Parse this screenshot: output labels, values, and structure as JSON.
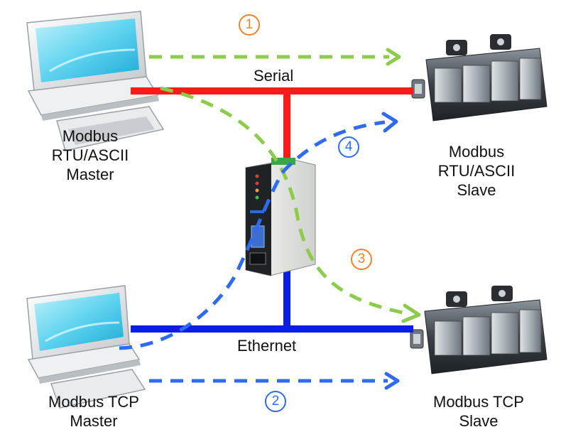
{
  "nodes": {
    "rtu_master": [
      "Modbus",
      "RTU/ASCII",
      "Master"
    ],
    "rtu_slave": [
      "Modbus",
      "RTU/ASCII",
      "Slave"
    ],
    "tcp_master": [
      "Modbus TCP",
      "Master"
    ],
    "tcp_slave": [
      "Modbus TCP",
      "Slave"
    ]
  },
  "buses": {
    "serial": "Serial",
    "ethernet": "Ethernet"
  },
  "paths": {
    "p1": "1",
    "p2": "2",
    "p3": "3",
    "p4": "4"
  },
  "colors": {
    "serial_bus": "#ff1a1a",
    "ethernet_bus": "#0a1ee6",
    "rtu_path": "#8ccc4a",
    "tcp_path": "#2f6bf2",
    "badge_orange": "#f5822a",
    "badge_blue": "#2f6bf2"
  }
}
